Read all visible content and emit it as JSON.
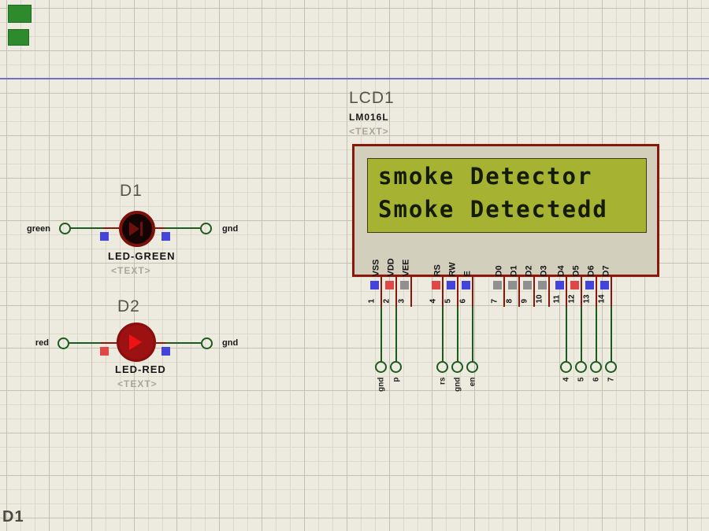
{
  "colors": {
    "background": "#edebdf",
    "grid_minor": "#dcd9ca",
    "grid_major": "#c3c0af",
    "sheet_line_blue": "#7070c2",
    "wire_green": "#1d5a1d",
    "pin_red": "#8b160c",
    "indicator_blue": "#4444dd",
    "indicator_red": "#e04848",
    "indicator_gray": "#909090",
    "lcd_body": "#d2cfbd",
    "lcd_border": "#8b160c",
    "lcd_screen": "#a6b332",
    "led_green_body_off": "#150404",
    "led_red_body_lit": "#9c1212",
    "led_red_triangle": "#ee1212",
    "placeholder_gray": "#a9a698",
    "marker_green": "#2d8a2d"
  },
  "artifacts": {
    "corner_label": "D1"
  },
  "lcd": {
    "ref": "LCD1",
    "part": "LM016L",
    "placeholder": "<TEXT>",
    "screen_lines": [
      "smoke Detector",
      "Smoke Detectedd"
    ],
    "pins": [
      {
        "num": "1",
        "name": "VSS",
        "indicator": "blue"
      },
      {
        "num": "2",
        "name": "VDD",
        "indicator": "red"
      },
      {
        "num": "3",
        "name": "VEE",
        "indicator": "gray"
      },
      {
        "num": "4",
        "name": "RS",
        "indicator": "red"
      },
      {
        "num": "5",
        "name": "RW",
        "indicator": "blue"
      },
      {
        "num": "6",
        "name": "E",
        "indicator": "blue"
      },
      {
        "num": "7",
        "name": "D0",
        "indicator": "gray"
      },
      {
        "num": "8",
        "name": "D1",
        "indicator": "gray"
      },
      {
        "num": "9",
        "name": "D2",
        "indicator": "gray"
      },
      {
        "num": "10",
        "name": "D3",
        "indicator": "gray"
      },
      {
        "num": "11",
        "name": "D4",
        "indicator": "blue"
      },
      {
        "num": "12",
        "name": "D5",
        "indicator": "red"
      },
      {
        "num": "13",
        "name": "D6",
        "indicator": "blue"
      },
      {
        "num": "14",
        "name": "D7",
        "indicator": "blue"
      }
    ],
    "terminals": [
      {
        "label": "gnd"
      },
      {
        "label": "p"
      },
      {
        "label": "rs"
      },
      {
        "label": "gnd"
      },
      {
        "label": "en"
      },
      {
        "label": "4"
      },
      {
        "label": "5"
      },
      {
        "label": "6"
      },
      {
        "label": "7"
      }
    ]
  },
  "leds": [
    {
      "ref": "D1",
      "part": "LED-GREEN",
      "placeholder": "<TEXT>",
      "left_terminal": "green",
      "right_terminal": "gnd"
    },
    {
      "ref": "D2",
      "part": "LED-RED",
      "placeholder": "<TEXT>",
      "left_terminal": "red",
      "right_terminal": "gnd"
    }
  ]
}
